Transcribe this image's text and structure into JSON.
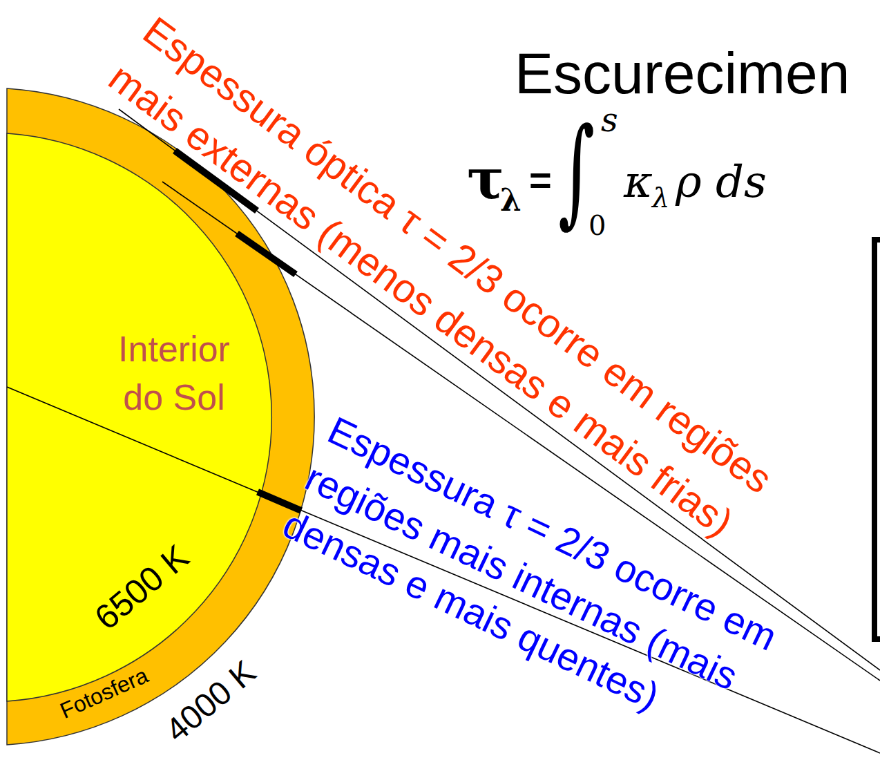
{
  "diagram": {
    "title": "Escurecimen",
    "nodes": [
      {
        "text": [
          "Fotosfera"
        ]
      },
      {
        "text": [
          "Interior do Sol",
          "6500 K"
        ],
        "in": 0
      }
    ],
    "labels": [
      "τ",
      "λ",
      "=",
      "∫",
      "s",
      "0",
      "κ",
      "λ",
      "ρ ds",
      "Espessura óptica τ = 2/3 ocorre em regiões mais externas (menos densas e mais frias)",
      "Espessura τ = 2/3 ocorre em regiões mais internas (mais densas e mais quentes)",
      "4000 K"
    ]
  }
}
